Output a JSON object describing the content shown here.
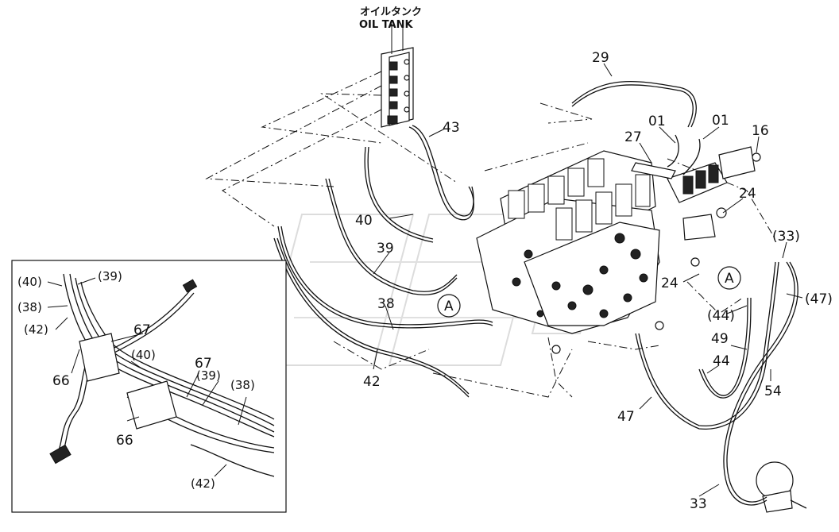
{
  "tank": {
    "label_jp": "オイルタンク",
    "label_en": "OIL TANK"
  },
  "callouts": {
    "c29": "29",
    "c01a": "01",
    "c01b": "01",
    "c16": "16",
    "c43": "43",
    "c27": "27",
    "c24a": "24",
    "c24b": "24",
    "c40": "40",
    "c39": "39",
    "c38": "38",
    "c42": "42",
    "c33a": "(33)",
    "c47a": "(47)",
    "c44a": "(44)",
    "c49": "49",
    "c44b": "44",
    "c54": "54",
    "c47b": "47",
    "c33b": "33",
    "refA1": "A",
    "refA2": "A"
  },
  "detail": {
    "c40a": "(40)",
    "c39a": "(39)",
    "c38a": "(38)",
    "c42a": "(42)",
    "c67a": "67",
    "c40b": "(40)",
    "c67b": "67",
    "c39b": "(39)",
    "c66a": "66",
    "c38b": "(38)",
    "c66b": "66",
    "c42b": "(42)"
  }
}
